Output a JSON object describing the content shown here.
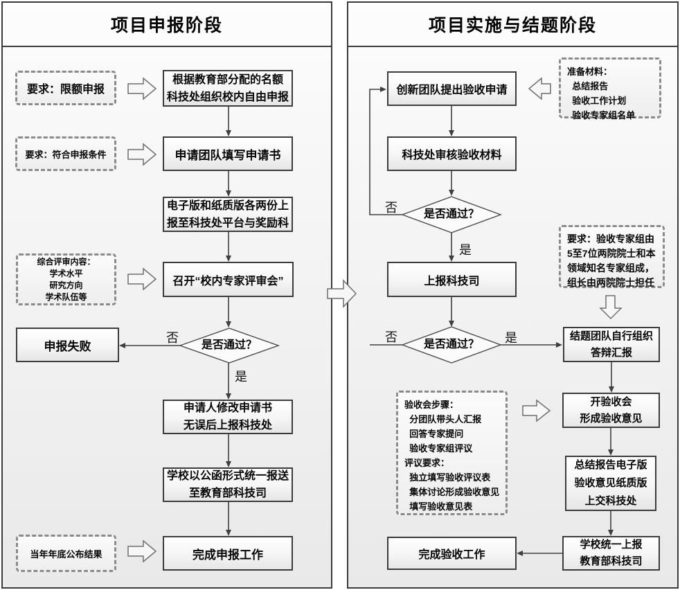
{
  "labels": {
    "yes": "是",
    "no": "否",
    "decision": "是否通过？"
  },
  "left": {
    "title": "项目申报阶段",
    "notes": {
      "quota": "要求：限额申报",
      "condition": "要求：符合申报条件",
      "review": "综合评审内容：\n学术水平\n研究方向\n学术队伍等",
      "result": "当年年底公布结果"
    },
    "boxes": {
      "allocate": "根据教育部分配的名额\n科技处组织校内自由申报",
      "fill": "申请团队填写申请书",
      "copies": "电子版和纸质版各两份上\n报至科技处平台与奖励科",
      "meeting": "召开“校内专家评审会”",
      "fail": "申报失败",
      "revise": "申请人修改申请书\n无误后上报科技处",
      "letter": "学校以公函形式统一报送\n至教育部科技司",
      "complete": "完成申报工作"
    }
  },
  "right": {
    "title": "项目实施与结题阶段",
    "notes": {
      "materials": "准备材料：\n  总结报告\n  验收工作计划\n  验收专家组名单",
      "experts": "要求：验收专家组由\n5至7位两院院士和本\n领域知名专家组成，\n组长由两院院士担任",
      "steps": "验收会步骤：\n  分团队带头人汇报\n  回答专家提问\n  验收专家组评议\n评议要求：\n  独立填写验收评议表\n  集体讨论形成验收意见\n  填写验收意见表"
    },
    "boxes": {
      "apply": "创新团队提出验收申请",
      "check": "科技处审核验收材料",
      "report": "上报科技司",
      "defense": "结题团队自行组织\n答辩汇报",
      "meeting": "开验收会\n形成验收意见",
      "docs": "总结报告电子版\n验收意见纸质版\n上交科技处",
      "school": "学校统一上报\n教育部科技司",
      "complete": "完成验收工作"
    }
  }
}
